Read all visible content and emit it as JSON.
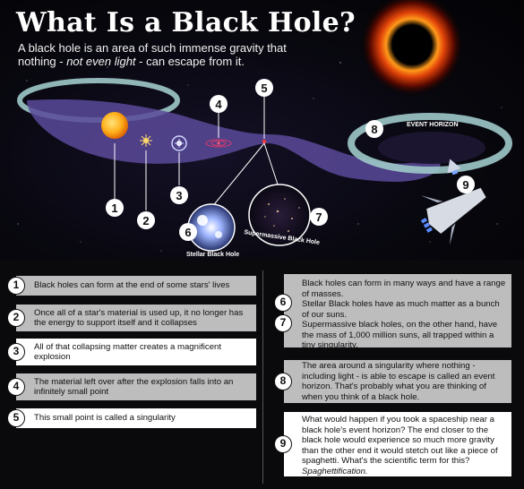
{
  "header": {
    "title": "What Is a Black Hole?",
    "subtitle_pre": "A black hole is an area of such immense gravity that nothing - ",
    "subtitle_em": "not even light",
    "subtitle_post": " - can escape from it."
  },
  "diagram": {
    "numbers": [
      "1",
      "2",
      "3",
      "4",
      "5",
      "6",
      "7",
      "8",
      "9"
    ],
    "labels": {
      "stellar": "Stellar Black Hole",
      "supermassive": "Supermassive Black Hole",
      "event_horizon": "EVENT HORIZON"
    }
  },
  "steps": [
    {
      "n": "1",
      "text": "Black holes can form at the end of some stars' lives"
    },
    {
      "n": "2",
      "text": "Once all of a star's material is used up, it no longer has the energy to support itself and it collapses"
    },
    {
      "n": "3",
      "text": "All of that collapsing matter creates a magnificent explosion"
    },
    {
      "n": "4",
      "text": "The material left over after the explosion falls into an infinitely small point"
    },
    {
      "n": "5",
      "text": "This small point is called a singularity"
    }
  ],
  "right": {
    "intro": "Black holes can form in many ways and have a range of masses.",
    "n6": "6",
    "t6": "Stellar Black holes have as much matter as a bunch of our suns.",
    "n7": "7",
    "t7": "Supermassive black holes, on the other hand, have the mass of 1,000 million suns, all trapped within a tiny singularity.",
    "n8": "8",
    "t8": "The area around a singularity where nothing - including light - is able to escape is called an event horizon. That's probably what you are thinking of when you think of a black hole.",
    "n9": "9",
    "t9": "What would happen if you took a spaceship near a black hole's event horizon? The end closer to the black hole would experience so much more gravity than the other end it would stetch out like a piece of spaghetti. What's the scientific term for this?",
    "t9_answer": "Spaghettification."
  },
  "colors": {
    "ring": "#9fc9c9",
    "tube": "#5a4a9a",
    "sun": "#ffb81c",
    "card_grey": "#bdbdbd",
    "card_white": "#ffffff"
  }
}
